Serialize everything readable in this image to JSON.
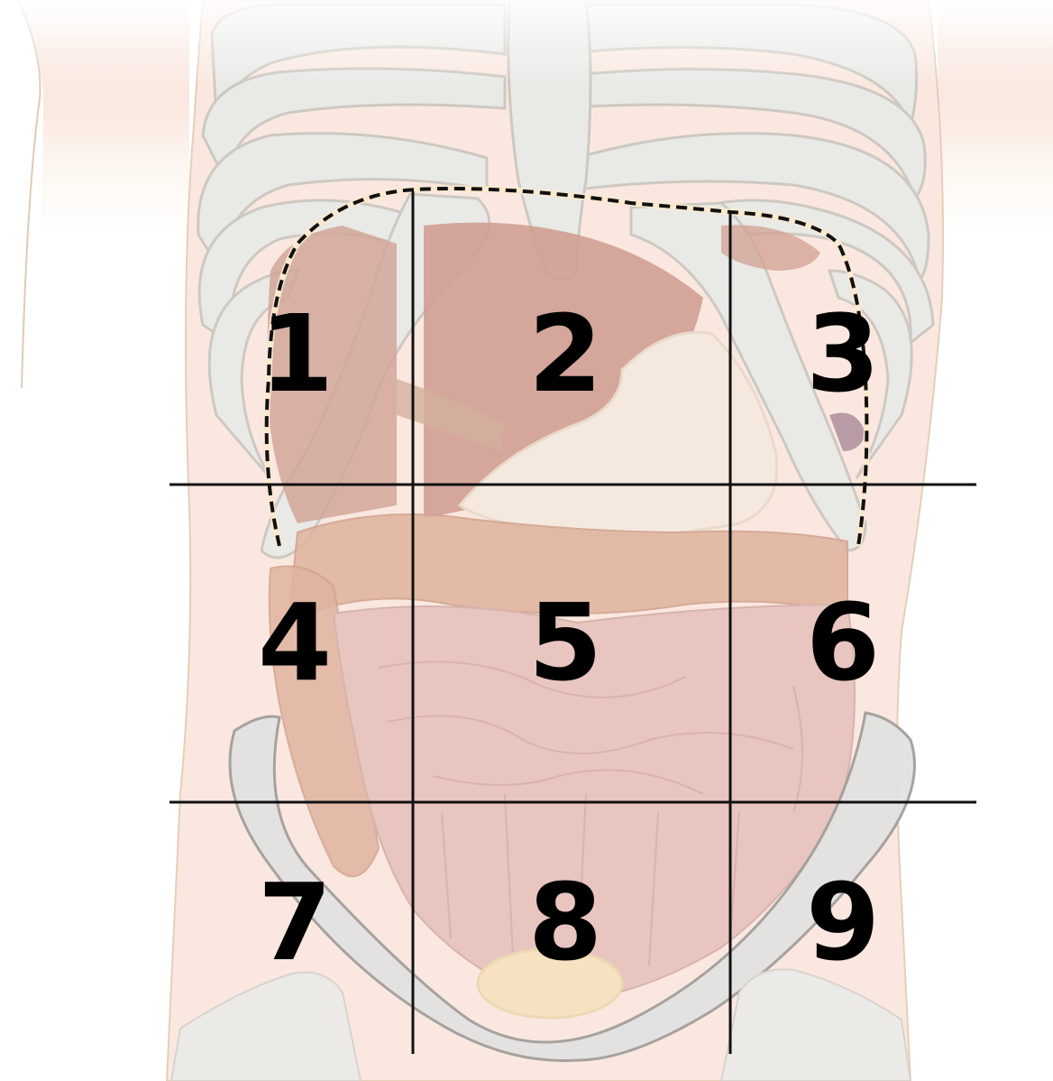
{
  "diagram": {
    "type": "anatomical-abdominal-regions",
    "grid": {
      "rows": 3,
      "cols": 3
    },
    "colors": {
      "skin": "#f8e4dc",
      "bone": "#e3e3e1",
      "bone_outline": "#bdb8b0",
      "liver": "#c4887a",
      "stomach": "#f1e4d6",
      "large_intestine": "#d8a48a",
      "small_intestine": "#e3b6b0",
      "bladder": "#f3d9b3",
      "grid_lines": "#111111",
      "dashed_outline": "#111111",
      "labels": "#000000"
    },
    "regions": [
      {
        "number": "1",
        "row": 1,
        "col": 1
      },
      {
        "number": "2",
        "row": 1,
        "col": 2
      },
      {
        "number": "3",
        "row": 1,
        "col": 3
      },
      {
        "number": "4",
        "row": 2,
        "col": 1
      },
      {
        "number": "5",
        "row": 2,
        "col": 2
      },
      {
        "number": "6",
        "row": 2,
        "col": 3
      },
      {
        "number": "7",
        "row": 3,
        "col": 1
      },
      {
        "number": "8",
        "row": 3,
        "col": 2
      },
      {
        "number": "9",
        "row": 3,
        "col": 3
      }
    ]
  }
}
